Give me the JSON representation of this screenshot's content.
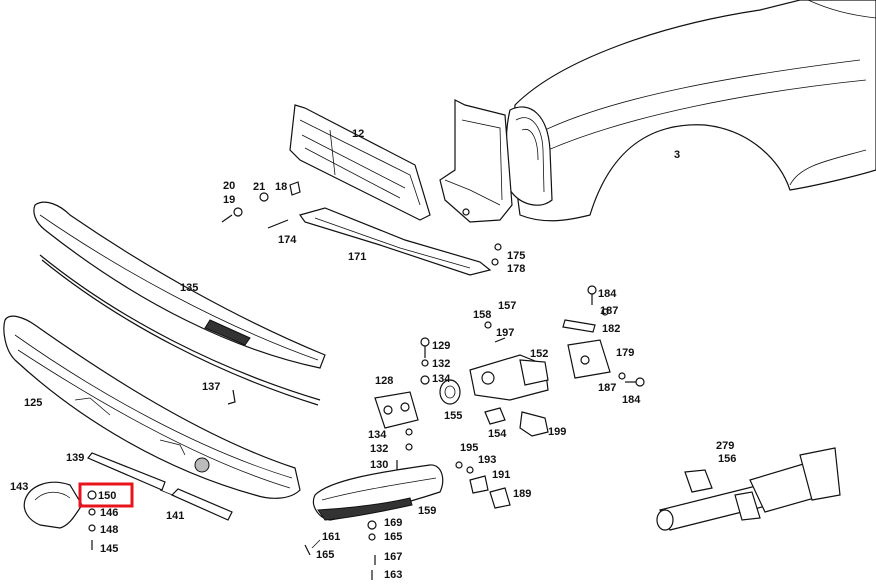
{
  "diagram": {
    "highlight_color": "#e8141c",
    "highlighted_callout": "150",
    "callouts": {
      "c3": "3",
      "c12": "12",
      "c18": "18",
      "c19": "19",
      "c20": "20",
      "c21": "21",
      "c125": "125",
      "c128": "128",
      "c129": "129",
      "c130": "130",
      "c132a": "132",
      "c132b": "132",
      "c134a": "134",
      "c134b": "134",
      "c135": "135",
      "c137": "137",
      "c139": "139",
      "c141": "141",
      "c143": "143",
      "c145": "145",
      "c146": "146",
      "c148": "148",
      "c150": "150",
      "c152": "152",
      "c154": "154",
      "c155": "155",
      "c156": "156",
      "c157": "157",
      "c158": "158",
      "c159": "159",
      "c161": "161",
      "c163": "163",
      "c165a": "165",
      "c165b": "165",
      "c167": "167",
      "c169": "169",
      "c171": "171",
      "c174": "174",
      "c175": "175",
      "c178": "178",
      "c179": "179",
      "c182": "182",
      "c184a": "184",
      "c184b": "184",
      "c187a": "187",
      "c187b": "187",
      "c189": "189",
      "c191": "191",
      "c193": "193",
      "c195": "195",
      "c197": "197",
      "c199": "199",
      "c279": "279"
    }
  }
}
